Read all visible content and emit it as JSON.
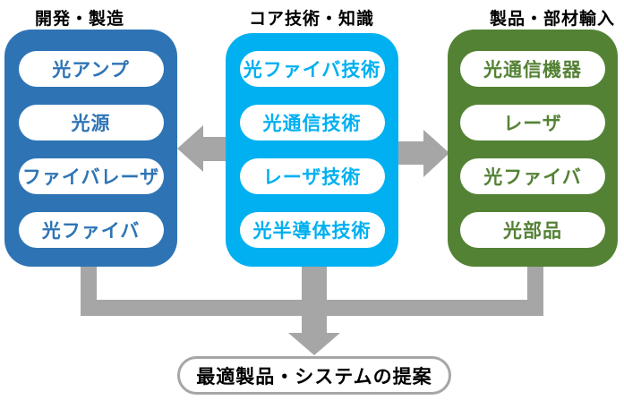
{
  "diagram": {
    "columns": [
      {
        "id": "development",
        "header": "開発・製造",
        "color": "#2E74B5",
        "items": [
          "光アンプ",
          "光源",
          "ファイバレーザ",
          "光ファイバ"
        ]
      },
      {
        "id": "core-technology",
        "header": "コア技術・知識",
        "color": "#00B0F0",
        "items": [
          "光ファイバ技術",
          "光通信技術",
          "レーザ技術",
          "光半導体技術"
        ]
      },
      {
        "id": "import",
        "header": "製品・部材輸入",
        "color": "#548235",
        "items": [
          "光通信機器",
          "レーザ",
          "光ファイバ",
          "光部品"
        ]
      }
    ],
    "output": {
      "label": "最適製品・システムの提案"
    },
    "colors": {
      "arrow_gray": "#A6A6A6",
      "pill_background": "#FFFFFF",
      "header_text": "#000000"
    }
  }
}
